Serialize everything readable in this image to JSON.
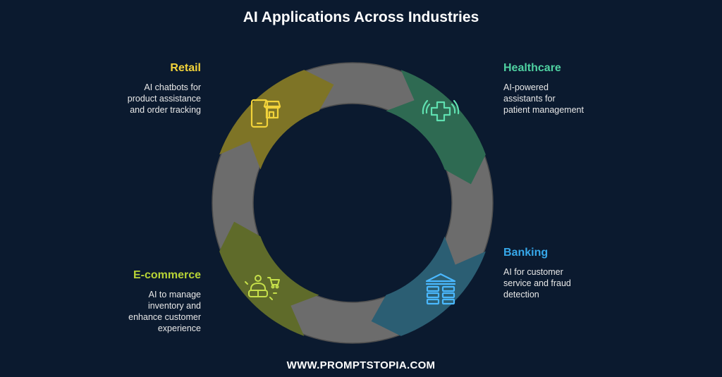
{
  "title": "AI Applications Across Industries",
  "colors": {
    "background": "#0b1a2f",
    "ring": "#6c6c6c",
    "ring_edge": "#4e4e4e",
    "retail": "#7e7426",
    "healthcare": "#2e6a52",
    "banking": "#2b5e73",
    "ecommerce": "#5f6b2a"
  },
  "segments": [
    {
      "id": "retail",
      "label": "Retail",
      "label_color": "#f2d33a",
      "icon": "smartphone-shop-icon",
      "icon_color": "#f2d33a",
      "description": [
        "AI chatbots for",
        "product assistance",
        "and order tracking"
      ]
    },
    {
      "id": "healthcare",
      "label": "Healthcare",
      "label_color": "#4fd1a1",
      "icon": "medical-cross-icon",
      "icon_color": "#5fe0b0",
      "description": [
        "AI-powered",
        "assistants for",
        "patient management"
      ]
    },
    {
      "id": "banking",
      "label": "Banking",
      "label_color": "#36a8ea",
      "icon": "bank-icon",
      "icon_color": "#4ab8ff",
      "description": [
        "AI for customer",
        "service and fraud",
        "detection"
      ]
    },
    {
      "id": "ecommerce",
      "label": "E-commerce",
      "label_color": "#b7d336",
      "icon": "vr-shopping-cart-icon",
      "icon_color": "#c6e04a",
      "description": [
        "AI to manage",
        "inventory and",
        "enhance customer",
        "experience"
      ]
    }
  ],
  "footer": "WWW.PROMPTSTOPIA.COM"
}
